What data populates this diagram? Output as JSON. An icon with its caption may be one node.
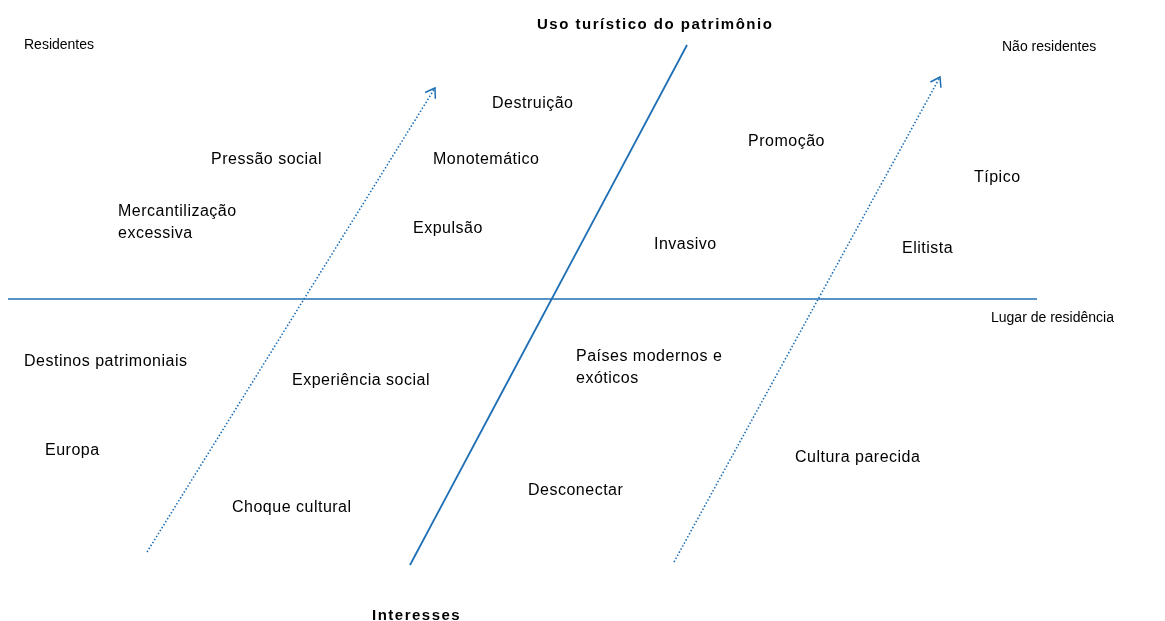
{
  "diagram": {
    "labels": [
      "Residentes",
      "Uso turístico do patrimônio",
      "Não residentes",
      "Destruição",
      "Promoção",
      "Pressão social",
      "Monotemático",
      "Típico",
      "Mercantilização excessiva",
      "Expulsão",
      "Invasivo",
      "Elitista",
      "Lugar de residência",
      "Países modernos e exóticos",
      "Destinos patrimoniais",
      "Experiência social",
      "Europa",
      "Cultura parecida",
      "Desconectar",
      "Choque cultural",
      "Interesses"
    ]
  }
}
